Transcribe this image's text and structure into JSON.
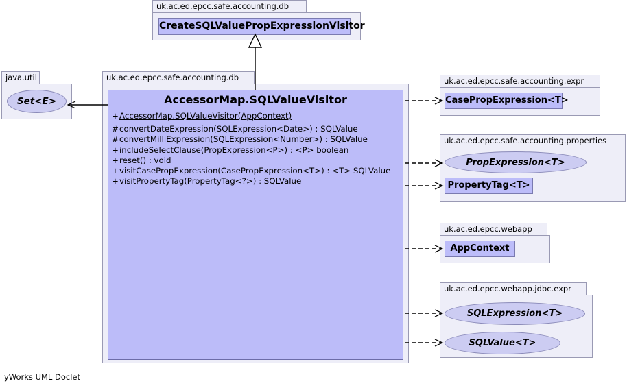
{
  "diagram": {
    "footer": "yWorks UML Doclet",
    "colors": {
      "class_fill": "#bcbcf9",
      "package_fill": "#eeeef8",
      "ellipse_fill": "#ccccf2",
      "border": "#8a8ab8",
      "edge": "#000000"
    }
  },
  "packages": {
    "top_db": {
      "label": "uk.ac.ed.epcc.safe.accounting.db",
      "classes": [
        {
          "name": "CreateSQLValuePropExpressionVisitor",
          "kind": "class"
        }
      ]
    },
    "java_util": {
      "label": "java.util",
      "classes": [
        {
          "name": "Set<E>",
          "kind": "interface"
        }
      ]
    },
    "main_db": {
      "label": "uk.ac.ed.epcc.safe.accounting.db",
      "classes": [
        {
          "name": "AccessorMap.SQLValueVisitor",
          "kind": "class"
        }
      ]
    },
    "expr": {
      "label": "uk.ac.ed.epcc.safe.accounting.expr",
      "classes": [
        {
          "name": "CasePropExpression<T>",
          "kind": "class"
        }
      ]
    },
    "properties": {
      "label": "uk.ac.ed.epcc.safe.accounting.properties",
      "classes": [
        {
          "name": "PropExpression<T>",
          "kind": "interface"
        },
        {
          "name": "PropertyTag<T>",
          "kind": "class"
        }
      ]
    },
    "webapp": {
      "label": "uk.ac.ed.epcc.webapp",
      "classes": [
        {
          "name": "AppContext",
          "kind": "class"
        }
      ]
    },
    "jdbc_expr": {
      "label": "uk.ac.ed.epcc.webapp.jdbc.expr",
      "classes": [
        {
          "name": "SQLExpression<T>",
          "kind": "interface"
        },
        {
          "name": "SQLValue<T>",
          "kind": "interface"
        }
      ]
    }
  },
  "main_class": {
    "name": "AccessorMap.SQLValueVisitor",
    "constructors": [
      {
        "visibility": "+",
        "signature": "AccessorMap.SQLValueVisitor(AppContext)"
      }
    ],
    "methods": [
      {
        "visibility": "#",
        "signature": "convertDateExpression(SQLExpression<Date>) : SQLValue"
      },
      {
        "visibility": "#",
        "signature": "convertMilliExpression(SQLExpression<Number>) : SQLValue"
      },
      {
        "visibility": "+",
        "signature": "includeSelectClause(PropExpression<P>) :  <P> boolean"
      },
      {
        "visibility": "+",
        "signature": "reset() : void"
      },
      {
        "visibility": "+",
        "signature": "visitCasePropExpression(CasePropExpression<T>) :  <T> SQLValue"
      },
      {
        "visibility": "+",
        "signature": "visitPropertyTag(PropertyTag<?>) : SQLValue"
      }
    ]
  },
  "edges": [
    {
      "from": "AccessorMap.SQLValueVisitor",
      "to": "CreateSQLValuePropExpressionVisitor",
      "type": "generalization"
    },
    {
      "from": "AccessorMap.SQLValueVisitor",
      "to": "Set<E>",
      "type": "association"
    },
    {
      "from": "AccessorMap.SQLValueVisitor",
      "to": "CasePropExpression<T>",
      "type": "dependency"
    },
    {
      "from": "AccessorMap.SQLValueVisitor",
      "to": "PropExpression<T>",
      "type": "dependency"
    },
    {
      "from": "AccessorMap.SQLValueVisitor",
      "to": "PropertyTag<T>",
      "type": "dependency"
    },
    {
      "from": "AccessorMap.SQLValueVisitor",
      "to": "AppContext",
      "type": "dependency"
    },
    {
      "from": "AccessorMap.SQLValueVisitor",
      "to": "SQLExpression<T>",
      "type": "dependency"
    },
    {
      "from": "AccessorMap.SQLValueVisitor",
      "to": "SQLValue<T>",
      "type": "dependency"
    }
  ]
}
